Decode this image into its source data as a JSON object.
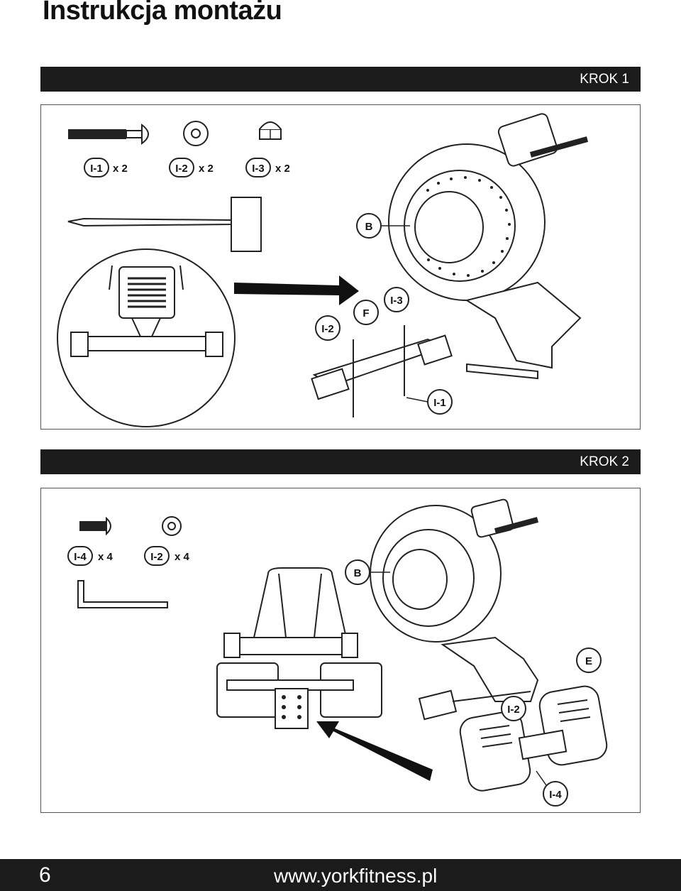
{
  "document": {
    "title": "Instrukcja montażu",
    "steps": [
      {
        "label": "KROK 1",
        "parts": [
          {
            "code": "I-1",
            "qty": "x 2"
          },
          {
            "code": "I-2",
            "qty": "x 2"
          },
          {
            "code": "I-3",
            "qty": "x 2"
          }
        ],
        "callouts": [
          "B",
          "F",
          "I-3",
          "I-2",
          "I-1"
        ]
      },
      {
        "label": "KROK 2",
        "parts": [
          {
            "code": "I-4",
            "qty": "x 4"
          },
          {
            "code": "I-2",
            "qty": "x 4"
          }
        ],
        "callouts": [
          "B",
          "E",
          "I-2",
          "I-4"
        ]
      }
    ],
    "footer": {
      "page_number": "6",
      "website": "www.yorkfitness.pl"
    }
  }
}
